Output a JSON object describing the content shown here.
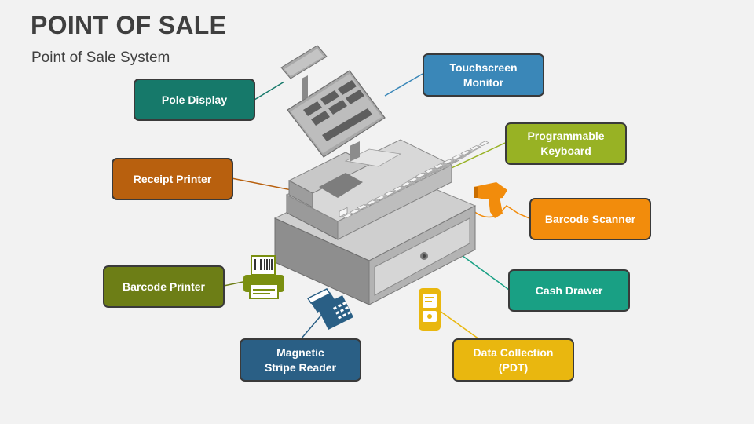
{
  "title": "POINT OF SALE",
  "subtitle": "Point of Sale System",
  "labels": {
    "pole_display": "Pole Display",
    "touchscreen_monitor": "Touchscreen\nMonitor",
    "programmable_keyboard": "Programmable\nKeyboard",
    "receipt_printer": "Receipt Printer",
    "barcode_scanner": "Barcode Scanner",
    "barcode_printer": "Barcode Printer",
    "cash_drawer": "Cash Drawer",
    "magnetic_stripe_reader": "Magnetic\nStripe Reader",
    "data_collection": "Data Collection\n(PDT)"
  },
  "colors": {
    "pole_display": "#16796a",
    "touchscreen_monitor": "#3a87b8",
    "programmable_keyboard": "#98b224",
    "receipt_printer": "#b8600e",
    "barcode_scanner": "#f28c0c",
    "barcode_printer": "#6d7e16",
    "cash_drawer": "#19a084",
    "magnetic_stripe_reader": "#2a5f85",
    "data_collection": "#e9b70f"
  },
  "icons": [
    "cash-register-illustration",
    "barcode-printer-icon",
    "card-reader-icon",
    "pdt-device-icon",
    "barcode-scanner-icon"
  ]
}
